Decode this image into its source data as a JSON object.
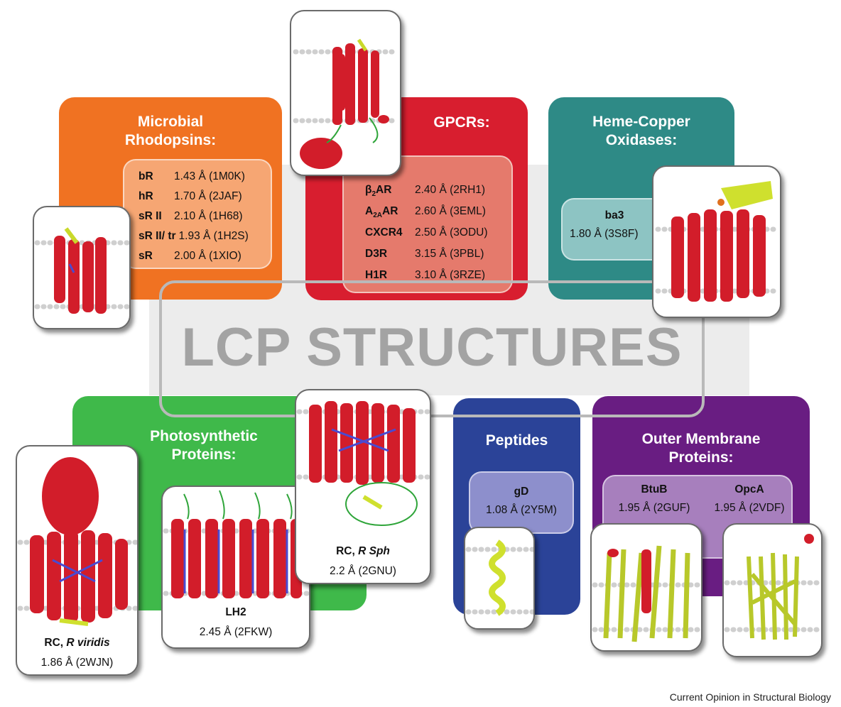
{
  "title": "LCP STRUCTURES",
  "credit": "Current Opinion in Structural Biology",
  "colors": {
    "microbial_rhodopsins": "#f07222",
    "gpcrs": "#d81e2f",
    "heme_copper": "#2e8a86",
    "photosynthetic": "#3fb94a",
    "peptides": "#2b4398",
    "outer_membrane": "#691d82"
  },
  "categories": {
    "microbial_rhodopsins": {
      "title_line1": "Microbial",
      "title_line2": "Rhodopsins:",
      "entries": [
        {
          "name": "bR",
          "resolution": "1.43 Å (1M0K)"
        },
        {
          "name": "hR",
          "resolution": "1.70 Å (2JAF)"
        },
        {
          "name": "sR II",
          "resolution": "2.10 Å (1H68)"
        },
        {
          "name": "sR II/ tr",
          "resolution": "1.93 Å (1H2S)"
        },
        {
          "name": "sR",
          "resolution": "2.00 Å (1XIO)"
        }
      ]
    },
    "gpcrs": {
      "title": "GPCRs:",
      "entries": [
        {
          "name_main": "β",
          "name_sub": "2",
          "name_rest": "AR",
          "resolution": "2.40 Å (2RH1)"
        },
        {
          "name_main": "A",
          "name_sub": "2A",
          "name_rest": "AR",
          "resolution": "2.60 Å (3EML)"
        },
        {
          "name": "CXCR4",
          "resolution": "2.50 Å (3ODU)"
        },
        {
          "name": "D3R",
          "resolution": "3.15 Å (3PBL)"
        },
        {
          "name": "H1R",
          "resolution": "3.10 Å (3RZE)"
        }
      ]
    },
    "heme_copper": {
      "title_line1": "Heme-Copper",
      "title_line2": "Oxidases:",
      "entries": [
        {
          "name": "ba3",
          "resolution": "1.80 Å (3S8F)"
        }
      ]
    },
    "photosynthetic": {
      "title_line1": "Photosynthetic",
      "title_line2": "Proteins:",
      "entries": [
        {
          "name_a": "RC, ",
          "name_b": "R viridis",
          "resolution": "1.86 Å (2WJN)"
        },
        {
          "name": "LH2",
          "resolution": "2.45 Å (2FKW)"
        },
        {
          "name_a": "RC, ",
          "name_b": "R Sph",
          "resolution": "2.2 Å (2GNU)"
        }
      ]
    },
    "peptides": {
      "title": "Peptides",
      "entries": [
        {
          "name": "gD",
          "resolution": "1.08 Å (2Y5M)"
        }
      ]
    },
    "outer_membrane": {
      "title_line1": "Outer Membrane",
      "title_line2": "Proteins:",
      "entries": [
        {
          "name": "BtuB",
          "resolution": "1.95 Å (2GUF)"
        },
        {
          "name": "OpcA",
          "resolution": "1.95 Å (2VDF)"
        }
      ]
    }
  }
}
